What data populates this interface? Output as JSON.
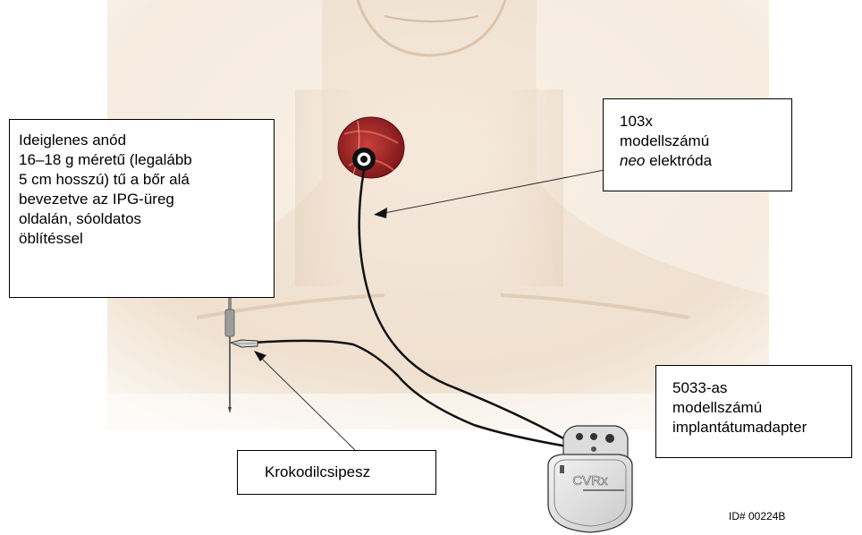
{
  "callouts": {
    "anode": {
      "lines": [
        "Ideiglenes anód",
        "16–18 g méretű (legalább",
        "5 cm hosszú) tű a bőr alá",
        "bevezetve az IPG-üreg",
        "oldalán, sóoldatos",
        "öblítéssel"
      ]
    },
    "electrode": {
      "line1": "103x",
      "line2": "modellszámú",
      "line3_italic": "neo",
      "line3_rest": " elektróda"
    },
    "adapter": {
      "lines": [
        "5033-as",
        "modellszámú",
        "implantátumadapter"
      ]
    },
    "clip": {
      "label": "Krokodilcsipesz"
    }
  },
  "device": {
    "logo": "CVRx"
  },
  "figure_id": "ID# 00224B",
  "colors": {
    "skin": "#efe0cf",
    "skin_shadow": "#dcc3a9",
    "artery": "#b3262a",
    "lead": "#111111",
    "device_metal": "#e6e6e6"
  }
}
